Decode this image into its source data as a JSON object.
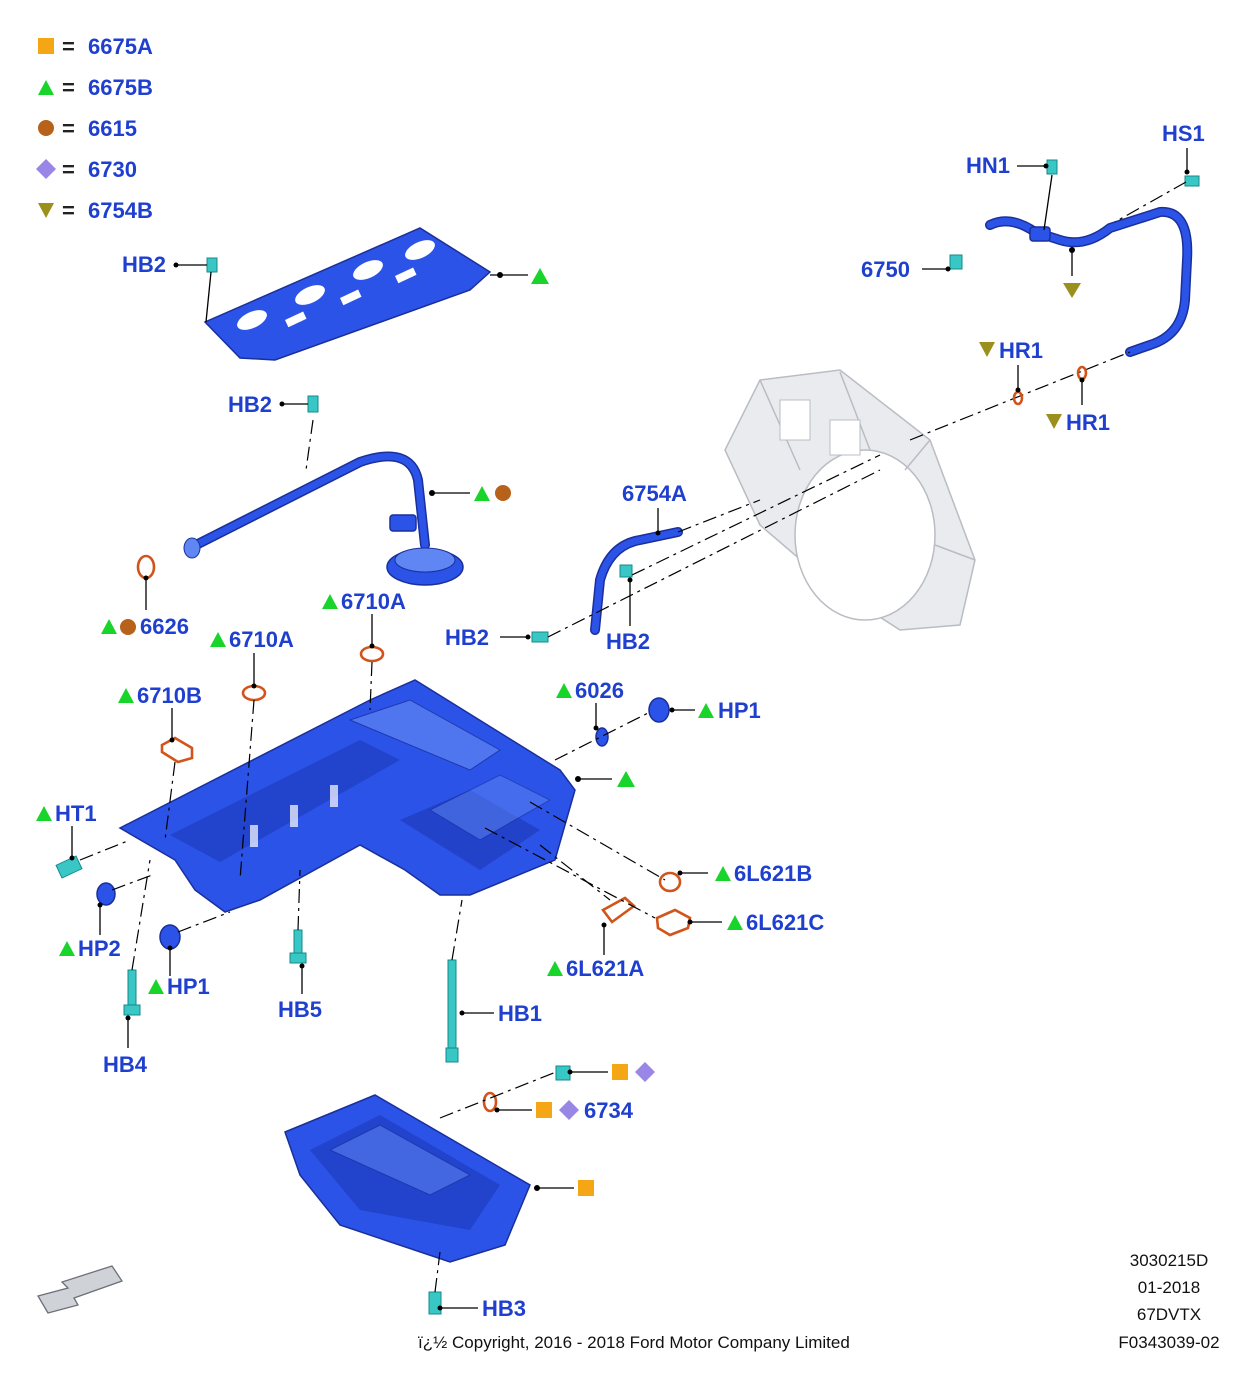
{
  "legend": [
    {
      "symbol": "square",
      "color": "#f5a614",
      "eq": "=",
      "code": "6675A"
    },
    {
      "symbol": "triangle",
      "color": "#19d42a",
      "eq": "=",
      "code": "6675B"
    },
    {
      "symbol": "circle",
      "color": "#b8611a",
      "eq": "=",
      "code": "6615"
    },
    {
      "symbol": "diamond",
      "color": "#9a86e6",
      "eq": "=",
      "code": "6730"
    },
    {
      "symbol": "triangle-down",
      "color": "#9b8f1d",
      "eq": "=",
      "code": "6754B"
    }
  ],
  "callouts": {
    "hb2_baffle": "HB2",
    "hb2_pickup": "HB2",
    "c6626": "6626",
    "c6710a_1": "6710A",
    "c6710a_2": "6710A",
    "c6710b": "6710B",
    "ht1": "HT1",
    "hp2": "HP2",
    "hp1_left": "HP1",
    "hb4": "HB4",
    "hb5": "HB5",
    "hb1": "HB1",
    "c6026": "6026",
    "hp1_right": "HP1",
    "c6l621b": "6L621B",
    "c6l621c": "6L621C",
    "c6l621a": "6L621A",
    "hb2_tube_left": "HB2",
    "hb2_tube_right": "HB2",
    "c6754a": "6754A",
    "c6750": "6750",
    "hn1": "HN1",
    "hs1": "HS1",
    "hr1_top": "HR1",
    "hr1_bottom": "HR1",
    "c6734": "6734",
    "hb3": "HB3"
  },
  "colors": {
    "part_blue": "#2b53e8",
    "label_blue": "#1f3fcf",
    "fastener_cyan": "#39c7c6",
    "seal_orange": "#d2541a",
    "ghost_gray": "#e9ebee"
  },
  "footer": {
    "copyright": "ï¿½ Copyright, 2016 - 2018 Ford Motor Company Limited",
    "ref1": "3030215D",
    "ref2": "01-2018",
    "ref3": "67DVTX",
    "ref4": "F0343039-02"
  },
  "icons": {
    "direction_arrow": "front-direction-arrow-icon"
  }
}
